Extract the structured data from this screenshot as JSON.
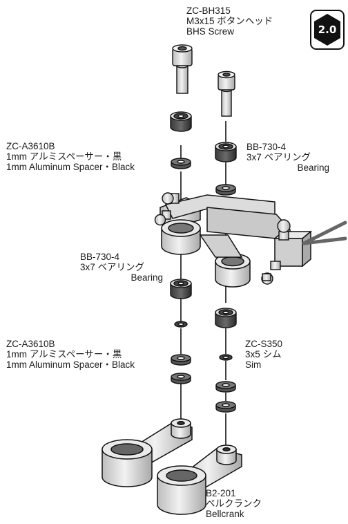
{
  "version_badge": "2.0",
  "labels": {
    "screw": {
      "part_no": "ZC-BH315",
      "name_jp": "M3x15 ボタンヘッド",
      "name_en": "BHS Screw"
    },
    "spacer_top": {
      "part_no": "ZC-A3610B",
      "name_jp": "1mm アルミスペーサー・黒",
      "name_en": "1mm Aluminum Spacer・Black"
    },
    "bearing_right": {
      "part_no": "BB-730-4",
      "name_jp": "3x7 ベアリング",
      "name_en": "Bearing"
    },
    "bearing_left": {
      "part_no": "BB-730-4",
      "name_jp": "3x7 ベアリング",
      "name_en": "Bearing"
    },
    "spacer_bottom": {
      "part_no": "ZC-A3610B",
      "name_jp": "1mm アルミスペーサー・黒",
      "name_en": "1mm Aluminum Spacer・Black"
    },
    "shim": {
      "part_no": "ZC-S350",
      "name_jp": "3x5 シム",
      "name_en": "Sim"
    },
    "bellcrank": {
      "part_no": "B2-201",
      "name_jp": "ベルクランク",
      "name_en": "Bellcrank"
    }
  }
}
